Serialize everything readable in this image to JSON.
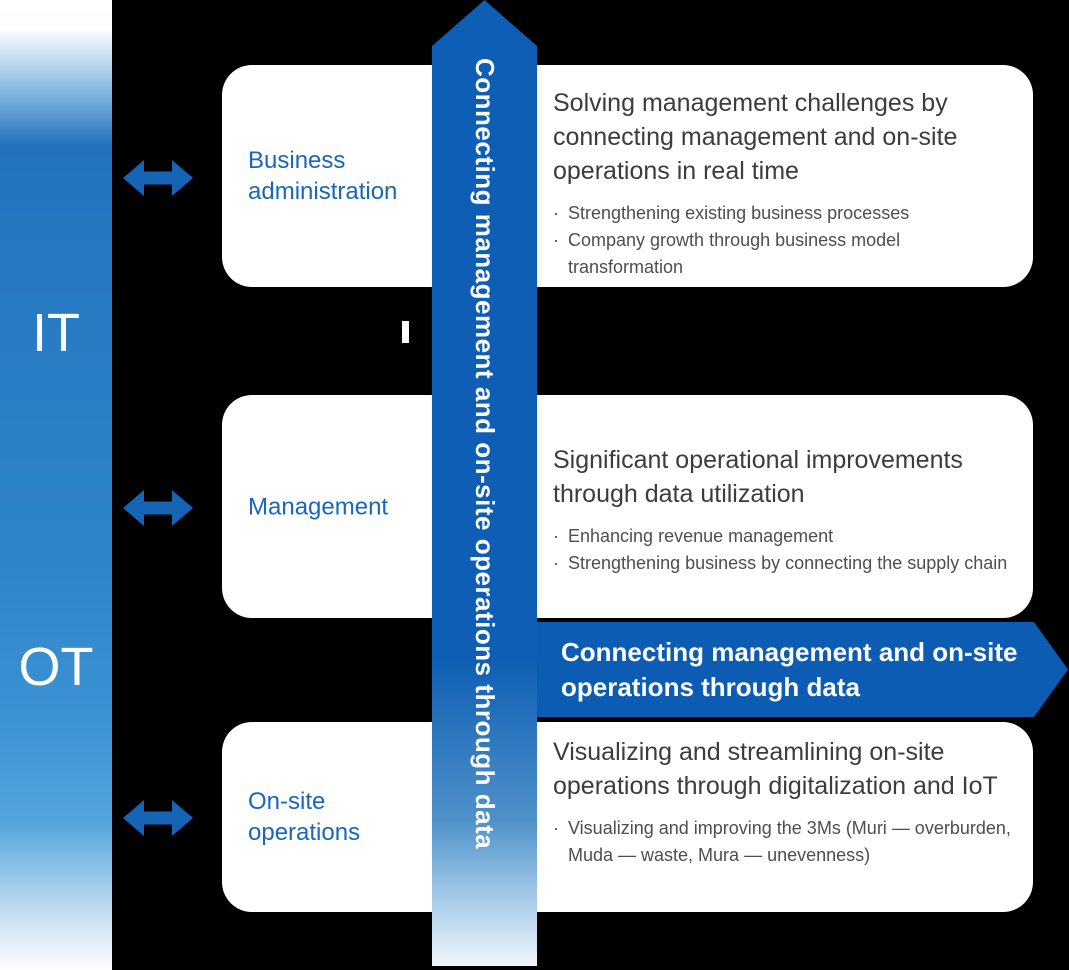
{
  "colors": {
    "background": "#000000",
    "primary_blue": "#0d5eb4",
    "banner_blue": "#0b5cb2",
    "arrow_blue": "#1564b6",
    "label_blue": "#1866be",
    "heading_gray": "#3c3c3c",
    "body_gray": "#4e4e4e"
  },
  "sidebar": {
    "it_label": "IT",
    "ot_label": "OT"
  },
  "vertical_arrow": {
    "text": "Connecting management and on-site operations through data"
  },
  "banner": {
    "line1": "Connecting management and on-site",
    "line2": "operations through data"
  },
  "bullet_char": "·",
  "cards": [
    {
      "label": "Business administration",
      "heading": "Solving management challenges by connecting management and on-site operations in real time",
      "bullets": [
        "Strengthening existing business processes",
        "Company growth through business model transformation"
      ]
    },
    {
      "label": "Management",
      "heading": "Significant operational improvements through data utilization",
      "bullets": [
        "Enhancing revenue management",
        "Strengthening business by connecting the supply chain"
      ]
    },
    {
      "label": "On-site operations",
      "heading": "Visualizing and streamlining on-site operations through digitalization and IoT",
      "bullets": [
        "Visualizing and improving the 3Ms (Muri — overburden, Muda — waste, Mura — unevenness)"
      ]
    }
  ]
}
